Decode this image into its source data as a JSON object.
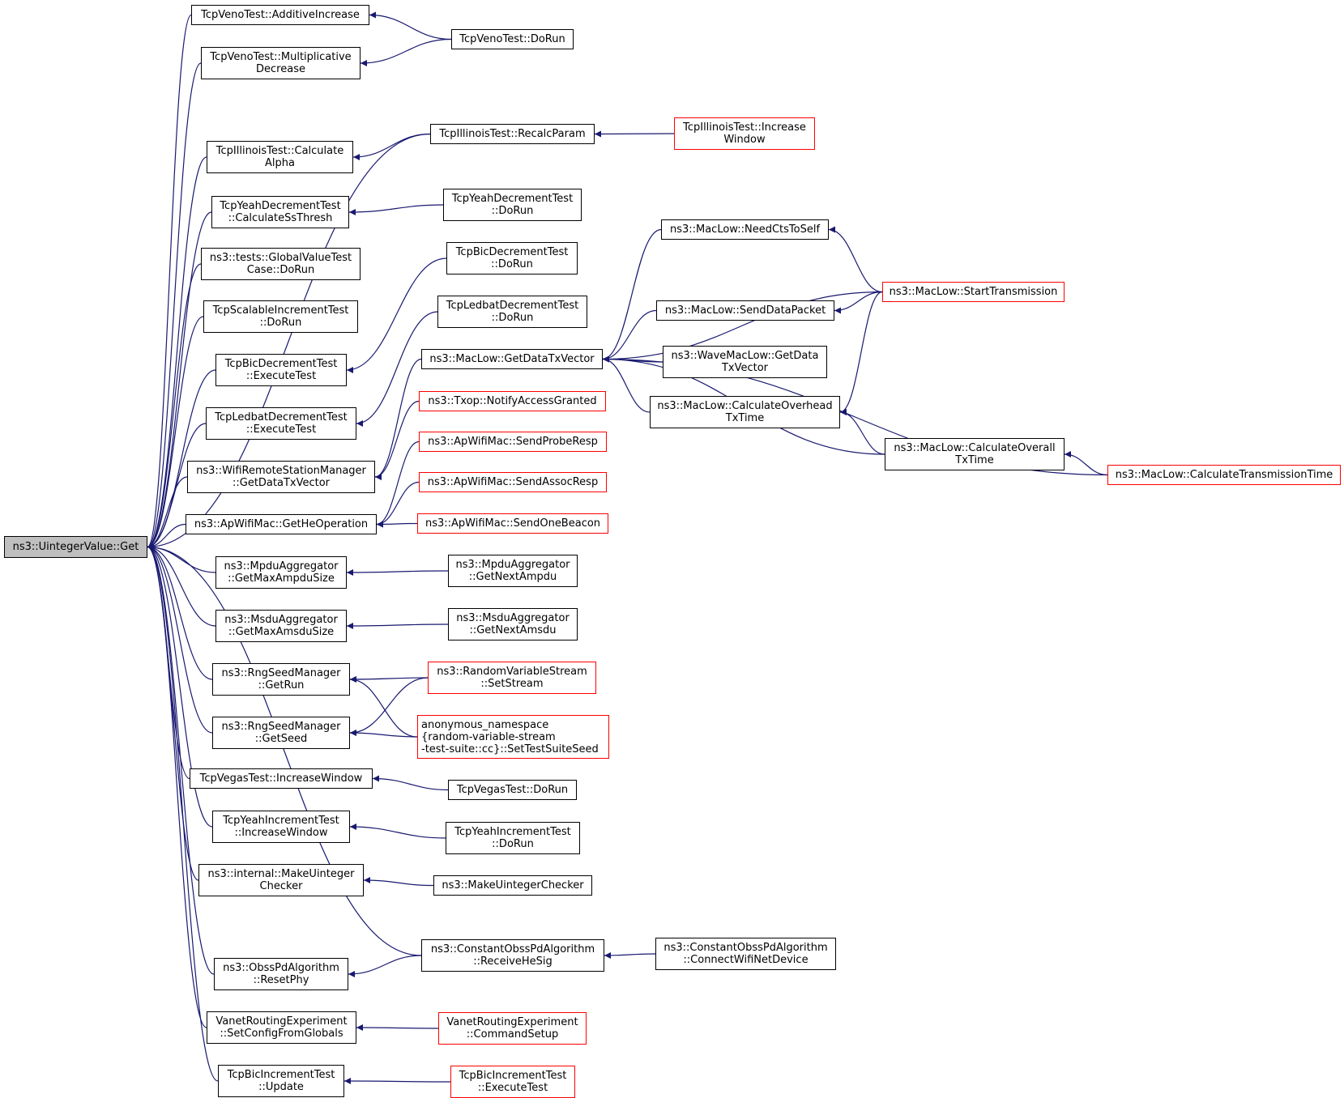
{
  "colors": {
    "edge": "#191970",
    "normal_border": "#000000",
    "truncated_border": "#ff0000",
    "root_fill": "#bfbfbf"
  },
  "nodes": [
    {
      "id": "root",
      "label": "ns3::UintegerValue::Get",
      "kind": "root"
    },
    {
      "id": "veno_add",
      "label": "TcpVenoTest::AdditiveIncrease",
      "kind": "normal"
    },
    {
      "id": "veno_mult",
      "label": "TcpVenoTest::Multiplicative\nDecrease",
      "kind": "normal"
    },
    {
      "id": "ill_calc",
      "label": "TcpIllinoisTest::Calculate\nAlpha",
      "kind": "normal"
    },
    {
      "id": "yeah_dec_calc",
      "label": "TcpYeahDecrementTest\n::CalculateSsThresh",
      "kind": "normal"
    },
    {
      "id": "gvt",
      "label": "ns3::tests::GlobalValueTest\nCase::DoRun",
      "kind": "normal"
    },
    {
      "id": "scal",
      "label": "TcpScalableIncrementTest\n::DoRun",
      "kind": "normal"
    },
    {
      "id": "bicdec_exec",
      "label": "TcpBicDecrementTest\n::ExecuteTest",
      "kind": "normal"
    },
    {
      "id": "ledbat_exec",
      "label": "TcpLedbatDecrementTest\n::ExecuteTest",
      "kind": "normal"
    },
    {
      "id": "wrsm",
      "label": "ns3::WifiRemoteStationManager\n::GetDataTxVector",
      "kind": "normal"
    },
    {
      "id": "apheop",
      "label": "ns3::ApWifiMac::GetHeOperation",
      "kind": "normal"
    },
    {
      "id": "mpdu_max",
      "label": "ns3::MpduAggregator\n::GetMaxAmpduSize",
      "kind": "normal"
    },
    {
      "id": "msdu_max",
      "label": "ns3::MsduAggregator\n::GetMaxAmsduSize",
      "kind": "normal"
    },
    {
      "id": "rng_run",
      "label": "ns3::RngSeedManager\n::GetRun",
      "kind": "normal"
    },
    {
      "id": "rng_seed",
      "label": "ns3::RngSeedManager\n::GetSeed",
      "kind": "normal"
    },
    {
      "id": "vegas_inc",
      "label": "TcpVegasTest::IncreaseWindow",
      "kind": "normal"
    },
    {
      "id": "yeah_inc",
      "label": "TcpYeahIncrementTest\n::IncreaseWindow",
      "kind": "normal"
    },
    {
      "id": "mkuint_int",
      "label": "ns3::internal::MakeUinteger\nChecker",
      "kind": "normal"
    },
    {
      "id": "obss_reset",
      "label": "ns3::ObssPdAlgorithm\n::ResetPhy",
      "kind": "normal"
    },
    {
      "id": "vanet_set",
      "label": "VanetRoutingExperiment\n::SetConfigFromGlobals",
      "kind": "normal"
    },
    {
      "id": "bicinc_upd",
      "label": "TcpBicIncrementTest\n::Update",
      "kind": "normal"
    },
    {
      "id": "veno_dorun",
      "label": "TcpVenoTest::DoRun",
      "kind": "normal"
    },
    {
      "id": "ill_recalc",
      "label": "TcpIllinoisTest::RecalcParam",
      "kind": "normal"
    },
    {
      "id": "yeah_dec_dorun",
      "label": "TcpYeahDecrementTest\n::DoRun",
      "kind": "normal"
    },
    {
      "id": "bicdec_dorun",
      "label": "TcpBicDecrementTest\n::DoRun",
      "kind": "normal"
    },
    {
      "id": "ledbat_dorun",
      "label": "TcpLedbatDecrementTest\n::DoRun",
      "kind": "normal"
    },
    {
      "id": "maclow_gdtv",
      "label": "ns3::MacLow::GetDataTxVector",
      "kind": "normal"
    },
    {
      "id": "txop_nag",
      "label": "ns3::Txop::NotifyAccessGranted",
      "kind": "truncated"
    },
    {
      "id": "ap_probe",
      "label": "ns3::ApWifiMac::SendProbeResp",
      "kind": "truncated"
    },
    {
      "id": "ap_assoc",
      "label": "ns3::ApWifiMac::SendAssocResp",
      "kind": "truncated"
    },
    {
      "id": "ap_beacon",
      "label": "ns3::ApWifiMac::SendOneBeacon",
      "kind": "truncated"
    },
    {
      "id": "mpdu_next",
      "label": "ns3::MpduAggregator\n::GetNextAmpdu",
      "kind": "normal"
    },
    {
      "id": "msdu_next",
      "label": "ns3::MsduAggregator\n::GetNextAmsdu",
      "kind": "normal"
    },
    {
      "id": "rvs_set",
      "label": "ns3::RandomVariableStream\n::SetStream",
      "kind": "truncated"
    },
    {
      "id": "anon_seed",
      "label": "anonymous_namespace\n{random-variable-stream\n-test-suite::cc}::SetTestSuiteSeed",
      "kind": "truncated",
      "align": "left"
    },
    {
      "id": "vegas_dorun",
      "label": "TcpVegasTest::DoRun",
      "kind": "normal"
    },
    {
      "id": "yeah_inc_dorun",
      "label": "TcpYeahIncrementTest\n::DoRun",
      "kind": "normal"
    },
    {
      "id": "mkuint",
      "label": "ns3::MakeUintegerChecker",
      "kind": "normal"
    },
    {
      "id": "cobss_recv",
      "label": "ns3::ConstantObssPdAlgorithm\n::ReceiveHeSig",
      "kind": "normal"
    },
    {
      "id": "vanet_cmd",
      "label": "VanetRoutingExperiment\n::CommandSetup",
      "kind": "truncated"
    },
    {
      "id": "bicinc_exec",
      "label": "TcpBicIncrementTest\n::ExecuteTest",
      "kind": "truncated"
    },
    {
      "id": "ill_incwin",
      "label": "TcpIllinoisTest::Increase\nWindow",
      "kind": "truncated"
    },
    {
      "id": "maclow_cts",
      "label": "ns3::MacLow::NeedCtsToSelf",
      "kind": "normal"
    },
    {
      "id": "maclow_sdp",
      "label": "ns3::MacLow::SendDataPacket",
      "kind": "normal"
    },
    {
      "id": "wave_gdtv",
      "label": "ns3::WaveMacLow::GetData\nTxVector",
      "kind": "normal"
    },
    {
      "id": "maclow_cot",
      "label": "ns3::MacLow::CalculateOverhead\nTxTime",
      "kind": "normal"
    },
    {
      "id": "maclow_start",
      "label": "ns3::MacLow::StartTransmission",
      "kind": "truncated"
    },
    {
      "id": "maclow_coverall",
      "label": "ns3::MacLow::CalculateOverall\nTxTime",
      "kind": "normal"
    },
    {
      "id": "maclow_ctt",
      "label": "ns3::MacLow::CalculateTransmissionTime",
      "kind": "truncated"
    },
    {
      "id": "cobss_conn",
      "label": "ns3::ConstantObssPdAlgorithm\n::ConnectWifiNetDevice",
      "kind": "normal"
    }
  ],
  "edges": [
    [
      "root",
      "veno_add"
    ],
    [
      "root",
      "veno_mult"
    ],
    [
      "root",
      "ill_recalc"
    ],
    [
      "root",
      "ill_calc"
    ],
    [
      "root",
      "yeah_dec_calc"
    ],
    [
      "root",
      "gvt"
    ],
    [
      "root",
      "scal"
    ],
    [
      "root",
      "bicdec_exec"
    ],
    [
      "root",
      "ledbat_exec"
    ],
    [
      "root",
      "wrsm"
    ],
    [
      "root",
      "apheop"
    ],
    [
      "root",
      "mpdu_max"
    ],
    [
      "root",
      "msdu_max"
    ],
    [
      "root",
      "rng_run"
    ],
    [
      "root",
      "rng_seed"
    ],
    [
      "root",
      "vegas_inc"
    ],
    [
      "root",
      "yeah_inc"
    ],
    [
      "root",
      "mkuint_int"
    ],
    [
      "root",
      "cobss_recv"
    ],
    [
      "root",
      "obss_reset"
    ],
    [
      "root",
      "vanet_set"
    ],
    [
      "root",
      "bicinc_upd"
    ],
    [
      "veno_add",
      "veno_dorun"
    ],
    [
      "veno_mult",
      "veno_dorun"
    ],
    [
      "ill_calc",
      "ill_recalc"
    ],
    [
      "ill_recalc",
      "ill_incwin"
    ],
    [
      "yeah_dec_calc",
      "yeah_dec_dorun"
    ],
    [
      "bicdec_exec",
      "bicdec_dorun"
    ],
    [
      "ledbat_exec",
      "ledbat_dorun"
    ],
    [
      "wrsm",
      "maclow_gdtv"
    ],
    [
      "wrsm",
      "txop_nag"
    ],
    [
      "apheop",
      "ap_probe"
    ],
    [
      "apheop",
      "ap_assoc"
    ],
    [
      "apheop",
      "ap_beacon"
    ],
    [
      "mpdu_max",
      "mpdu_next"
    ],
    [
      "msdu_max",
      "msdu_next"
    ],
    [
      "rng_run",
      "rvs_set"
    ],
    [
      "rng_run",
      "anon_seed"
    ],
    [
      "rng_seed",
      "rvs_set"
    ],
    [
      "rng_seed",
      "anon_seed"
    ],
    [
      "vegas_inc",
      "vegas_dorun"
    ],
    [
      "yeah_inc",
      "yeah_inc_dorun"
    ],
    [
      "mkuint_int",
      "mkuint"
    ],
    [
      "obss_reset",
      "cobss_recv"
    ],
    [
      "cobss_recv",
      "cobss_conn"
    ],
    [
      "vanet_set",
      "vanet_cmd"
    ],
    [
      "bicinc_upd",
      "bicinc_exec"
    ],
    [
      "maclow_gdtv",
      "maclow_cts"
    ],
    [
      "maclow_gdtv",
      "maclow_start"
    ],
    [
      "maclow_gdtv",
      "maclow_sdp"
    ],
    [
      "maclow_gdtv",
      "wave_gdtv"
    ],
    [
      "maclow_gdtv",
      "maclow_cot"
    ],
    [
      "maclow_gdtv",
      "maclow_coverall"
    ],
    [
      "maclow_gdtv",
      "maclow_ctt"
    ],
    [
      "maclow_cts",
      "maclow_start"
    ],
    [
      "maclow_sdp",
      "maclow_start"
    ],
    [
      "maclow_cot",
      "maclow_start"
    ],
    [
      "maclow_cot",
      "maclow_coverall"
    ],
    [
      "maclow_coverall",
      "maclow_ctt"
    ]
  ]
}
